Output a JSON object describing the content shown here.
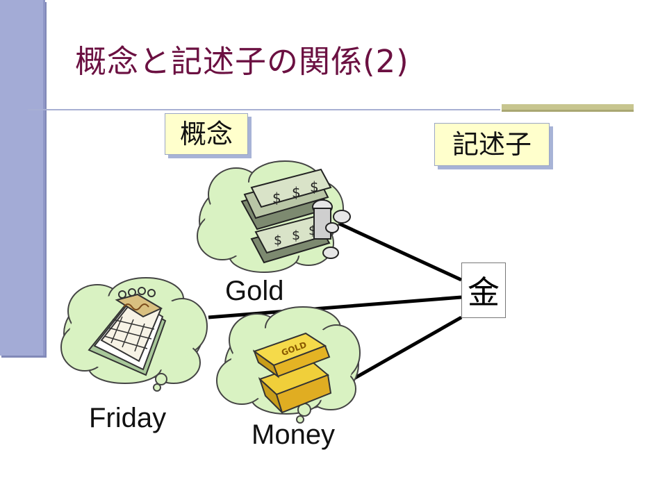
{
  "slide": {
    "title": "概念と記述子の関係(2)"
  },
  "labels": {
    "concept": "概念",
    "descriptor": "記述子",
    "descriptor_value": "金"
  },
  "concepts": [
    {
      "name": "Gold",
      "icon": "money-icon"
    },
    {
      "name": "Friday",
      "icon": "calendar-icon"
    },
    {
      "name": "Money",
      "icon": "gold-bars-icon"
    }
  ],
  "colors": {
    "title": "#6b1041",
    "left_bar": "#a3abd6",
    "label_fill": "#ffffcc",
    "cloud_fill": "#d9f2c2"
  }
}
